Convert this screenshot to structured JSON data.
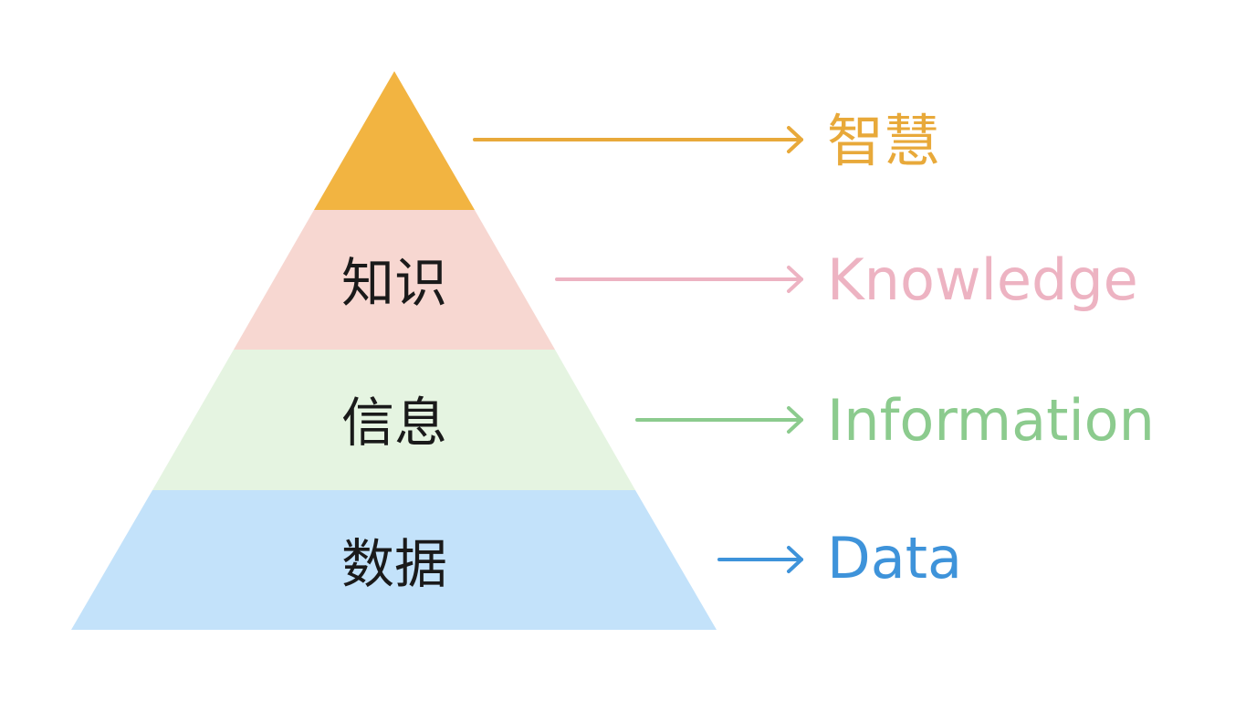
{
  "pyramid": {
    "tiers": [
      {
        "id": "wisdom",
        "inner_label": "",
        "side_label": "智慧",
        "fill": "#F2B441",
        "accent": "#E8A93A"
      },
      {
        "id": "knowledge",
        "inner_label": "知识",
        "side_label": "Knowledge",
        "fill": "#F7D7D1",
        "accent": "#EDB3C2"
      },
      {
        "id": "information",
        "inner_label": "信息",
        "side_label": "Information",
        "fill": "#E5F4E1",
        "accent": "#8CCB8E"
      },
      {
        "id": "data",
        "inner_label": "数据",
        "side_label": "Data",
        "fill": "#C3E2FA",
        "accent": "#3E93DA"
      }
    ]
  }
}
